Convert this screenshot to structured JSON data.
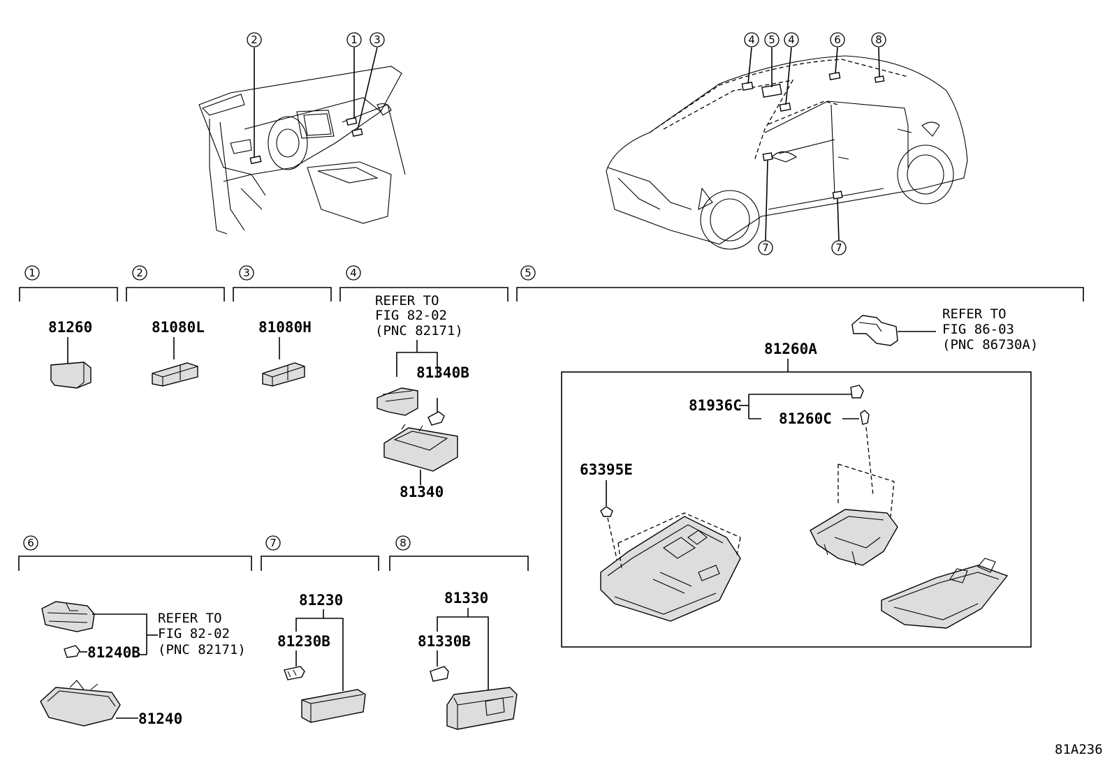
{
  "markers": {
    "top_left": [
      "2",
      "1",
      "3"
    ],
    "top_right": [
      "4",
      "5",
      "4",
      "6",
      "8"
    ],
    "car_bottom": [
      "7",
      "7"
    ],
    "sections": [
      "1",
      "2",
      "3",
      "4",
      "5",
      "6",
      "7",
      "8"
    ]
  },
  "parts": {
    "p81260": "81260",
    "p81080L": "81080L",
    "p81080H": "81080H",
    "p81340B": "81340B",
    "p81340": "81340",
    "p81260A": "81260A",
    "p81936C": "81936C",
    "p81260C": "81260C",
    "p63395E": "63395E",
    "p81240B": "81240B",
    "p81240": "81240",
    "p81230": "81230",
    "p81230B": "81230B",
    "p81330": "81330",
    "p81330B": "81330B"
  },
  "refs": {
    "s4": [
      "REFER TO",
      "FIG 82-02",
      "(PNC 82171)"
    ],
    "s5": [
      "REFER TO",
      "FIG 86-03",
      "(PNC 86730A)"
    ],
    "s6": [
      "REFER TO",
      "FIG 82-02",
      "(PNC 82171)"
    ]
  },
  "figure_id": "81A236"
}
